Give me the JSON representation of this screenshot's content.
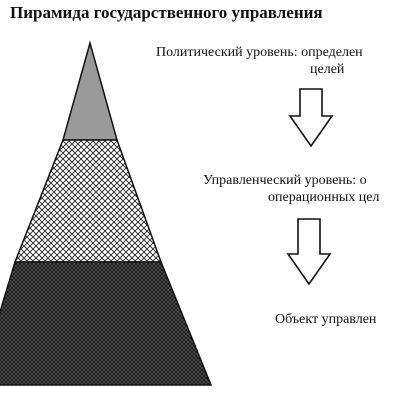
{
  "title": "Пирамида государственного управления",
  "levels": [
    {
      "line1": "Политический уровень: определен",
      "line2": "целей"
    },
    {
      "line1": "Управленческий уровень: о",
      "line2": "операционных цел"
    },
    {
      "line1": "Объект управлен",
      "line2": ""
    }
  ],
  "colors": {
    "ink": "#111111",
    "top_fill": "#9a9a9a",
    "background": "#ffffff"
  }
}
